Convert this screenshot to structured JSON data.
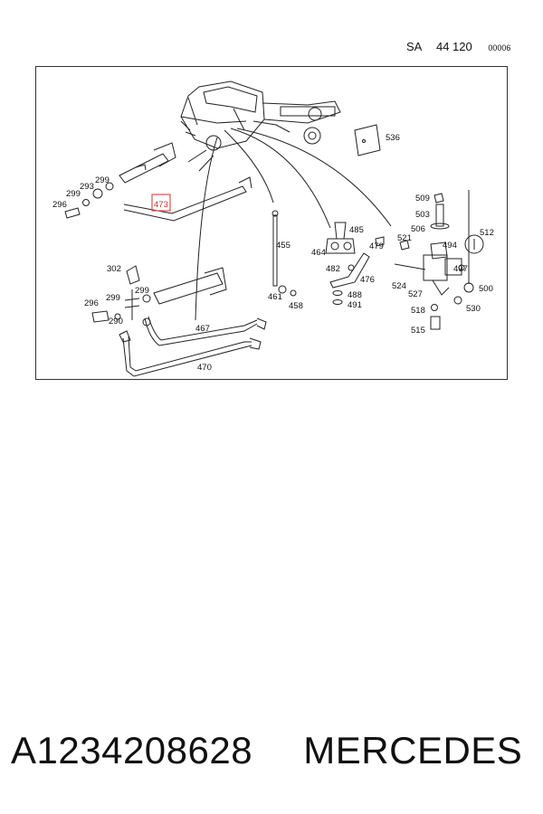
{
  "header": {
    "sa": "SA",
    "group": "44 120",
    "code": "00006"
  },
  "diagram": {
    "highlight_label": "473",
    "labels": {
      "l536": "536",
      "l299a": "299",
      "l293": "293",
      "l299b": "299",
      "l296a": "296",
      "l509": "509",
      "l503": "503",
      "l506": "506",
      "l512": "512",
      "l485": "485",
      "l455": "455",
      "l464": "464",
      "l479": "479",
      "l521": "521",
      "l494": "494",
      "l482": "482",
      "l476": "476",
      "l497": "497",
      "l524": "524",
      "l527": "527",
      "l500": "500",
      "l302": "302",
      "l299c": "299",
      "l299d": "299",
      "l296b": "296",
      "l290": "290",
      "l461": "461",
      "l458": "458",
      "l488": "488",
      "l491": "491",
      "l518": "518",
      "l530": "530",
      "l515": "515",
      "l467": "467",
      "l470": "470"
    }
  },
  "footer": {
    "part_number": "A1234208628",
    "brand": "MERCEDES"
  }
}
